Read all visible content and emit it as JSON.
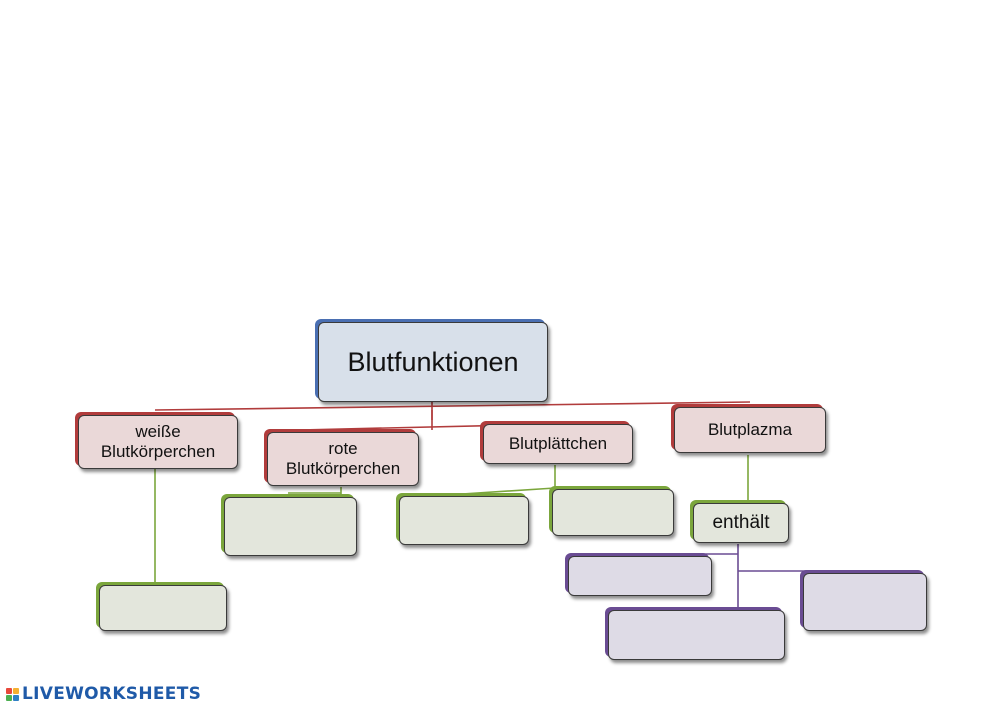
{
  "diagram": {
    "root": "Blutfunktionen",
    "branches": {
      "white": "weiße Blutkörperchen",
      "red": "rote Blutkörperchen",
      "platelets": "Blutplättchen",
      "plasma": "Blutplazma"
    },
    "contains": "enthält"
  },
  "colors": {
    "root_border": "#4a6fb2",
    "branch_border": "#b13c3c",
    "answer_connector": "#7ba63c",
    "plasma_connector": "#6a4c93"
  },
  "brand": {
    "name": "LIVEWORKSHEETS",
    "icon": "liveworksheets-logo-icon",
    "icon_colors": [
      "#e8483b",
      "#f5b031",
      "#4caf50",
      "#2f80c5"
    ]
  }
}
